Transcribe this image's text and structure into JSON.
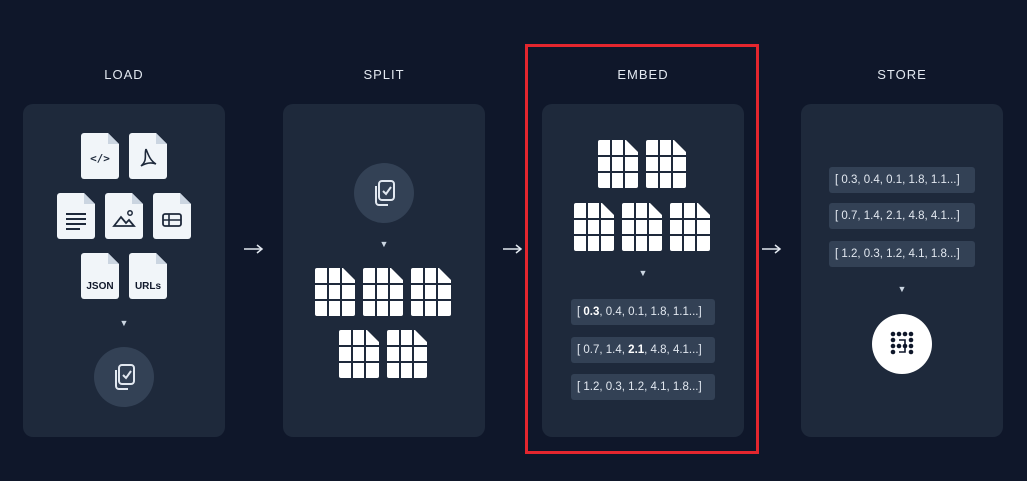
{
  "stages": {
    "load": {
      "title": "LOAD",
      "doc_labels": {
        "json": "JSON",
        "urls": "URLs"
      }
    },
    "split": {
      "title": "SPLIT"
    },
    "embed": {
      "title": "EMBED",
      "vectors": [
        {
          "first": "0.3",
          "rest": ", 0.4, 0.1, 1.8, 1.1...]"
        },
        {
          "first": "0.7",
          "mid": ", 1.4, ",
          "bold": "2.1",
          "rest": ", 4.8, 4.1...]"
        },
        {
          "first": "1.2",
          "rest": ", 0.3, 1.2, 4.1, 1.8...]"
        }
      ]
    },
    "store": {
      "title": "STORE",
      "vectors": [
        "[ 0.3, 0.4, 0.1, 1.8, 1.1...]",
        "[ 0.7, 1.4, 2.1, 4.8, 4.1...]",
        "[ 1.2, 0.3, 1.2, 4.1, 1.8...]"
      ]
    }
  },
  "colors": {
    "background": "#0f172a",
    "panel": "#1e293b",
    "chip": "#334155",
    "highlight": "#e3262e"
  },
  "icons": [
    "code-file-icon",
    "pdf-file-icon",
    "text-file-icon",
    "image-file-icon",
    "table-file-icon",
    "json-file-icon",
    "urls-file-icon",
    "document-copy-icon",
    "chunk-grid-icon",
    "vector-store-icon",
    "arrow-right-icon",
    "triangle-down-icon"
  ]
}
